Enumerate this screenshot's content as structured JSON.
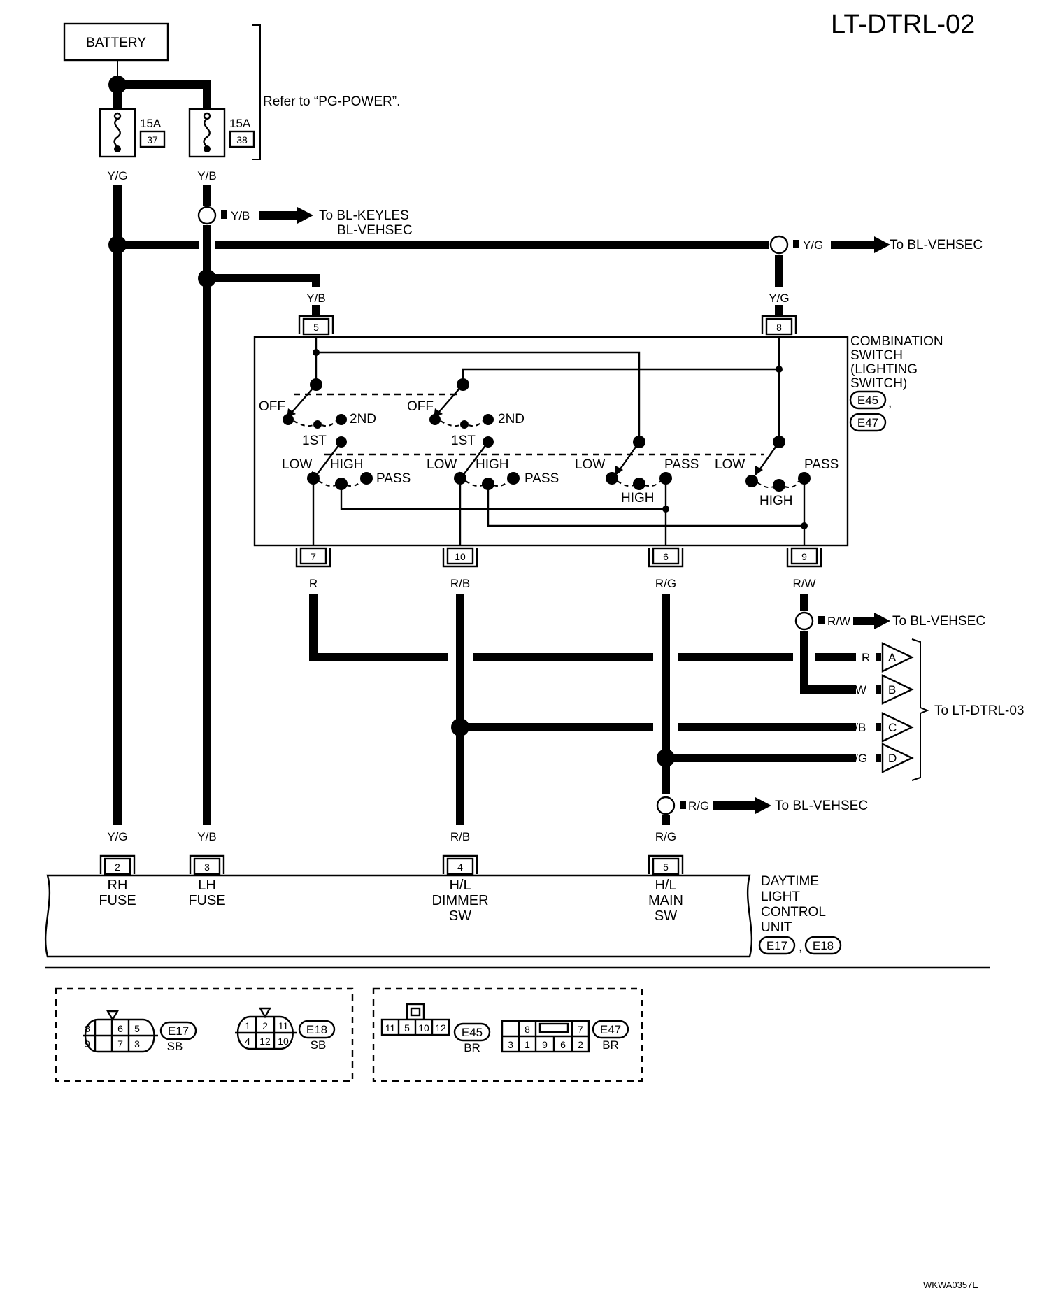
{
  "page_code": "LT-DTRL-02",
  "figure_id": "WKWA0357E",
  "battery_label": "BATTERY",
  "power_ref": "Refer to “PG-POWER”.",
  "fuses": [
    {
      "amps": "15A",
      "number": "37",
      "wire": "Y/G"
    },
    {
      "amps": "15A",
      "number": "38",
      "wire": "Y/B"
    }
  ],
  "branches": {
    "keyles": {
      "wire": "Y/B",
      "dest1": "To BL-KEYLES",
      "dest2": "BL-VEHSEC"
    },
    "vehsec_yg": {
      "wire": "Y/G",
      "dest": "To BL-VEHSEC"
    },
    "vehsec_rw": {
      "wire": "R/W",
      "dest": "To BL-VEHSEC"
    },
    "vehsec_rg": {
      "wire": "R/G",
      "dest": "To BL-VEHSEC"
    }
  },
  "combination_switch": {
    "name_lines": [
      "COMBINATION",
      "SWITCH",
      "(LIGHTING",
      "SWITCH)"
    ],
    "connectors": [
      "E45",
      "E47"
    ],
    "separator": ",",
    "input_pins": [
      {
        "pin": "5",
        "wire": "Y/B"
      },
      {
        "pin": "8",
        "wire": "Y/G"
      }
    ],
    "output_pins": [
      {
        "pin": "7",
        "wire": "R"
      },
      {
        "pin": "10",
        "wire": "R/B"
      },
      {
        "pin": "6",
        "wire": "R/G"
      },
      {
        "pin": "9",
        "wire": "R/W"
      }
    ],
    "positions": {
      "off": "OFF",
      "first": "1ST",
      "second": "2ND",
      "low": "LOW",
      "high": "HIGH",
      "pass": "PASS"
    }
  },
  "to_page": {
    "dest": "To LT-DTRL-03",
    "connectors": [
      {
        "wire": "R",
        "letter": "A"
      },
      {
        "wire": "R/W",
        "letter": "B"
      },
      {
        "wire": "R/B",
        "letter": "C"
      },
      {
        "wire": "R/G",
        "letter": "D"
      }
    ]
  },
  "control_unit": {
    "name_lines": [
      "DAYTIME",
      "LIGHT",
      "CONTROL",
      "UNIT"
    ],
    "connectors": [
      "E17",
      "E18"
    ],
    "separator": ",",
    "pins": [
      {
        "pin": "2",
        "wire": "Y/G",
        "label": [
          "RH",
          "FUSE"
        ]
      },
      {
        "pin": "3",
        "wire": "Y/B",
        "label": [
          "LH",
          "FUSE"
        ]
      },
      {
        "pin": "4",
        "wire": "R/B",
        "label": [
          "H/L",
          "DIMMER",
          "SW"
        ]
      },
      {
        "pin": "5",
        "wire": "R/G",
        "label": [
          "H/L",
          "MAIN",
          "SW"
        ]
      }
    ]
  },
  "connector_views": {
    "e17": {
      "id": "E17",
      "color": "SB",
      "top_row": [
        "8",
        "",
        "6",
        "5"
      ],
      "bottom_row": [
        "9",
        "",
        "7",
        "3"
      ]
    },
    "e18": {
      "id": "E18",
      "color": "SB",
      "top_row": [
        "1",
        "2",
        "11"
      ],
      "bottom_row": [
        "4",
        "12",
        "10"
      ]
    },
    "e45": {
      "id": "E45",
      "color": "BR",
      "pins": [
        "11",
        "5",
        "10",
        "12"
      ]
    },
    "e47": {
      "id": "E47",
      "color": "BR",
      "top_row": [
        "",
        "8",
        "",
        "7"
      ],
      "bottom_row": [
        "3",
        "1",
        "9",
        "6",
        "2"
      ]
    }
  }
}
